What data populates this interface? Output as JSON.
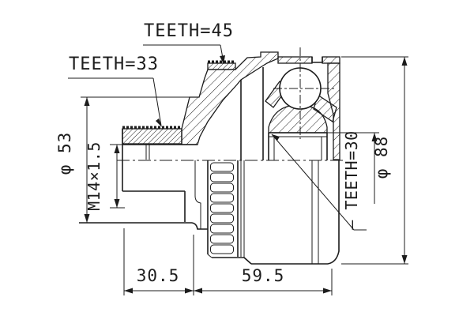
{
  "drawing": {
    "labels": {
      "teeth_top": "TEETH=45",
      "teeth_left": "TEETH=33",
      "teeth_inner": "— TEETH=30",
      "dia_small": "φ 53",
      "thread_spec": "M14×1.5",
      "dia_large": "φ 88",
      "len_left": "30.5",
      "len_right": "59.5"
    },
    "colors": {
      "line": "#1c1c1c",
      "background": "#ffffff"
    }
  }
}
